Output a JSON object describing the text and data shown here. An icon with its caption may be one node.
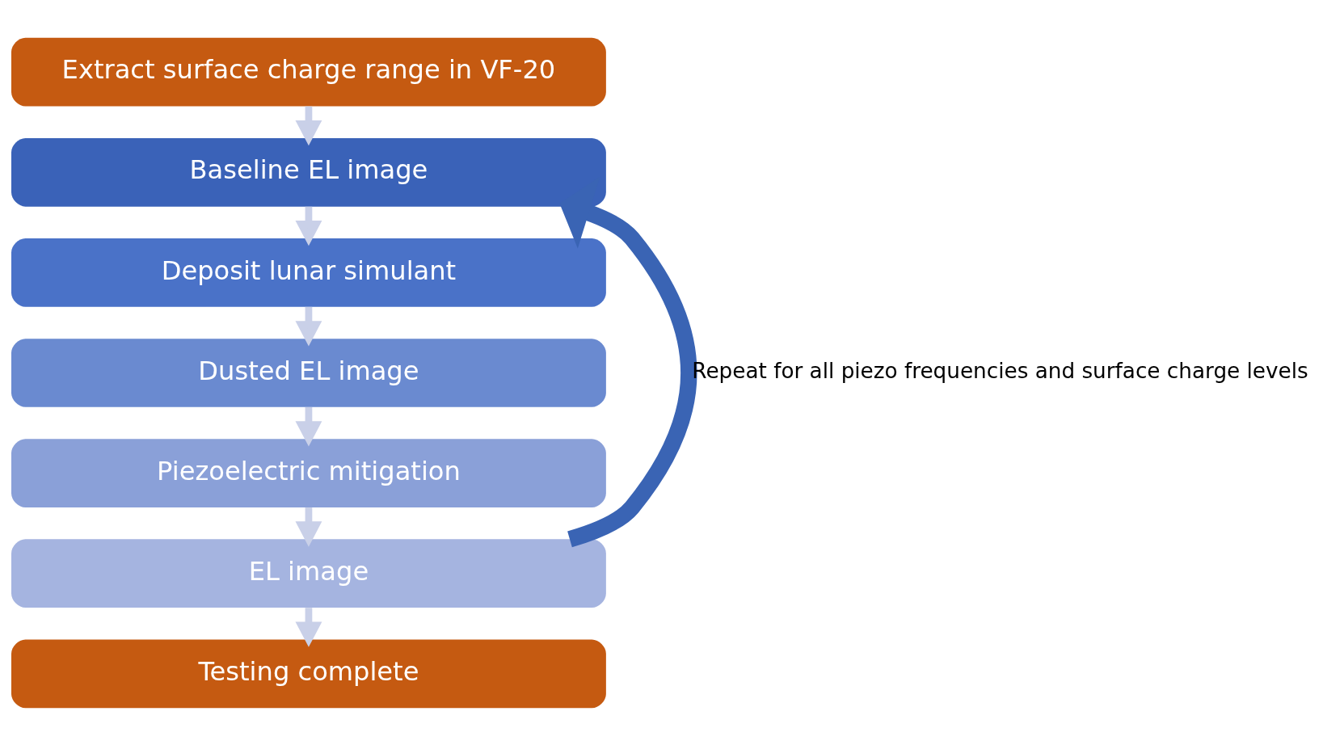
{
  "diagram": {
    "nodes": [
      {
        "text": [
          "Extract surface charge range in VF-20"
        ]
      },
      {
        "text": [
          "Baseline EL image"
        ]
      },
      {
        "text": [
          "Deposit lunar simulant"
        ]
      },
      {
        "text": [
          "Dusted EL image"
        ]
      },
      {
        "text": [
          "Piezoelectric mitigation"
        ]
      },
      {
        "text": [
          "EL image"
        ]
      },
      {
        "text": [
          "Testing complete"
        ]
      }
    ],
    "edges": [
      {
        "from": 0,
        "to": 1,
        "arrow": "to"
      },
      {
        "from": 1,
        "to": 2,
        "arrow": "to"
      },
      {
        "from": 2,
        "to": 3,
        "arrow": "to"
      },
      {
        "from": 3,
        "to": 4,
        "arrow": "to"
      },
      {
        "from": 4,
        "to": 5,
        "arrow": "to"
      },
      {
        "from": 5,
        "to": 6,
        "arrow": "to"
      },
      {
        "from": 5,
        "to": 1,
        "arrow": "to",
        "label": "Repeat for all piezo frequencies and surface charge levels",
        "style": "thick",
        "color": "#3a64b4"
      }
    ]
  }
}
